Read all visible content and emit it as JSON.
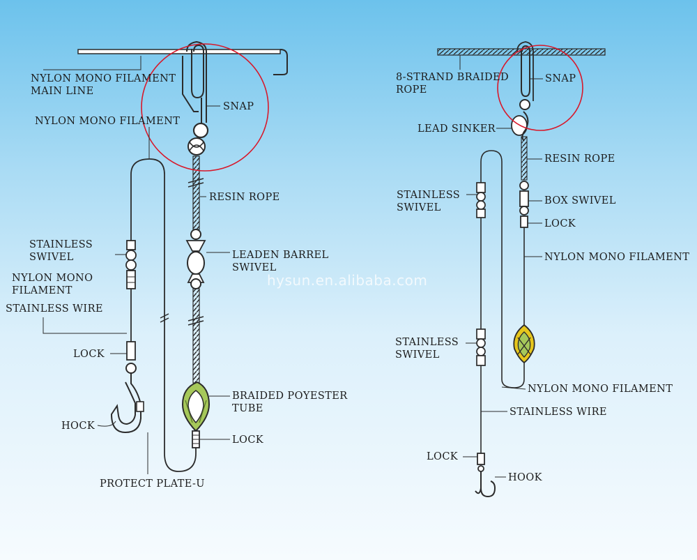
{
  "watermark": "hysun.en.alibaba.com",
  "colors": {
    "line": "#2b2b2b",
    "circle": "#d8182a",
    "tube": "#a6c85a",
    "tube_yellow": "#e6c61c"
  },
  "left": {
    "main_line": "NYLON MONO FILAMENT",
    "main_line_2": "MAIN LINE",
    "snap": "SNAP",
    "nylon_mono": "NYLON MONO FILAMENT",
    "resin_rope": "RESIN ROPE",
    "leaden_barrel": "LEADEN BARREL",
    "leaden_barrel_2": "SWIVEL",
    "stainless_swivel": "STAINLESS",
    "stainless_swivel_2": "SWIVEL",
    "nylon_mono_2": "NYLON MONO",
    "nylon_mono_2b": "FILAMENT",
    "stainless_wire": "STAINLESS WIRE",
    "lock": "LOCK",
    "braided_tube": "BRAIDED POYESTER",
    "braided_tube_2": "TUBE",
    "lock_2": "LOCK",
    "hock": "HOCK",
    "protect_plate": "PROTECT PLATE-U"
  },
  "right": {
    "braided_rope": "8-STRAND BRAIDED",
    "braided_rope_2": "ROPE",
    "snap": "SNAP",
    "lead_sinker": "LEAD SINKER",
    "resin_rope": "RESIN ROPE",
    "stainless_swivel": "STAINLESS",
    "stainless_swivel_2": "SWIVEL",
    "box_swivel": "BOX SWIVEL",
    "lock": "LOCK",
    "nylon_mono": "NYLON MONO FILAMENT",
    "stainless_swivel_b": "STAINLESS",
    "stainless_swivel_b2": "SWIVEL",
    "nylon_mono_2": "NYLON MONO FILAMENT",
    "stainless_wire": "STAINLESS WIRE",
    "lock_2": "LOCK",
    "hook": "HOOK"
  }
}
